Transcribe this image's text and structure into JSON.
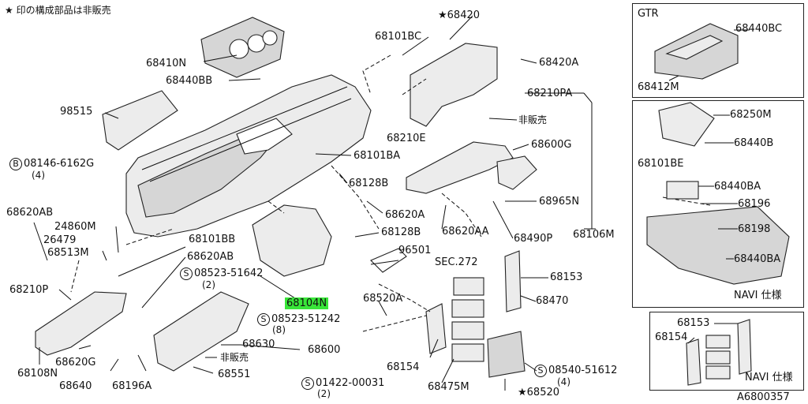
{
  "header_note": "★ 印の構成部品は非販売",
  "diagram_id": "A6800357",
  "callouts": {
    "p68420": "68420",
    "p68101BC": "68101BC",
    "p68420A": "68420A",
    "p68410N": "68410N",
    "p68440BB": "68440BB",
    "p98515": "98515",
    "p68210PA": "68210PA",
    "p68210E": "68210E",
    "hanbai1": "非販売",
    "p68101BA": "68101BA",
    "p68600G": "68600G",
    "p08146": "08146-6162G",
    "q4a": "(4)",
    "p68128B_a": "68128B",
    "p68620AB_a": "68620AB",
    "p68620A": "68620A",
    "p68965N": "68965N",
    "p24860M": "24860M",
    "p68128B_b": "68128B",
    "p68620AA": "68620AA",
    "p26479": "26479",
    "p68513M": "68513M",
    "p68101BB": "68101BB",
    "p68490P": "68490P",
    "p68106M": "68106M",
    "p68620AB_b": "68620AB",
    "p96501": "96501",
    "sec272": "SEC.272",
    "p08523a": "08523-51642",
    "q2a": "(2)",
    "p68153_a": "68153",
    "p68210P": "68210P",
    "p68104N": "68104N",
    "p68520A": "68520A",
    "p68470": "68470",
    "p08523b": "08523-51242",
    "q8": "(8)",
    "p68630": "68630",
    "p68600": "68600",
    "hanbai2": "非販売",
    "p68620G": "68620G",
    "p68108N": "68108N",
    "p68154_a": "68154",
    "p08540": "08540-51612",
    "q4b": "(4)",
    "p68640": "68640",
    "p68196A": "68196A",
    "p68551": "68551",
    "p68475M": "68475M",
    "p01422": "01422-00031",
    "q2b": "(2)",
    "p68520": "68520"
  },
  "bolt_prefixes": {
    "B": "B",
    "S": "S"
  },
  "inset_gtr": {
    "title": "GTR",
    "p68440BC": "68440BC",
    "p68412M": "68412M"
  },
  "inset_navi": {
    "p68250M": "68250M",
    "p68440B": "68440B",
    "p68101BE": "68101BE",
    "p68440BA_a": "68440BA",
    "p68196": "68196",
    "p68198": "68198",
    "p68440BA_b": "68440BA",
    "caption": "NAVI 仕様"
  },
  "inset_navi2": {
    "p68153": "68153",
    "p68154": "68154",
    "caption": "NAVI 仕様"
  },
  "highlight_color": "#39e639"
}
